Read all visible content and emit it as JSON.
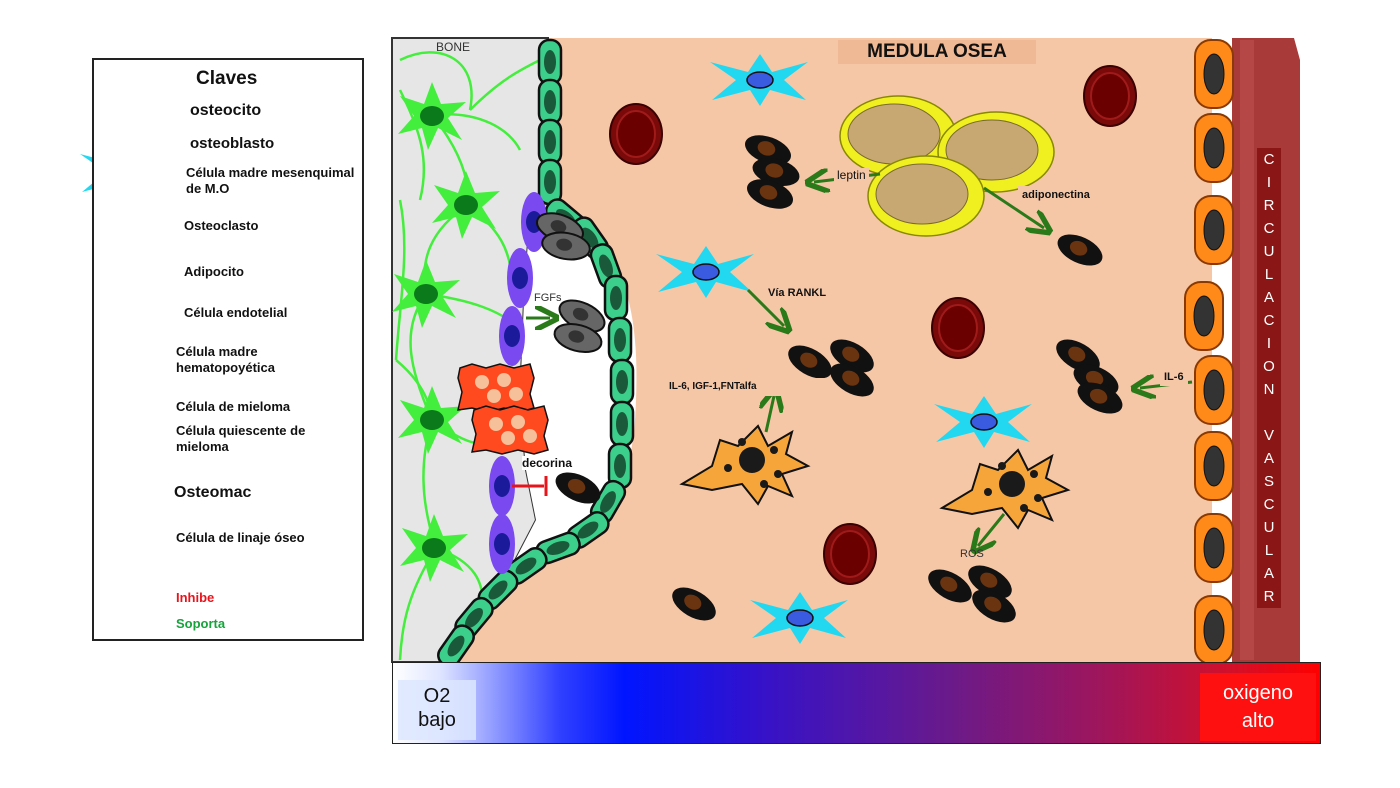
{
  "legend": {
    "title": "Claves",
    "items": [
      {
        "label": "osteocito",
        "icon": "osteocyte-icon"
      },
      {
        "label": "osteoblasto",
        "icon": "osteoblast-icon"
      },
      {
        "label": "Célula madre mesenquimal de M.O",
        "icon": "mesenchymal-stem-cell-icon"
      },
      {
        "label": "Osteoclasto",
        "icon": "osteoclast-icon"
      },
      {
        "label": "Adipocito",
        "icon": "adipocyte-icon"
      },
      {
        "label": "Célula endotelial",
        "icon": "endothelial-cell-icon"
      },
      {
        "label": "Célula madre hematopoyética",
        "icon": "hematopoietic-stem-cell-icon"
      },
      {
        "label": "Célula  de mieloma",
        "icon": "myeloma-cell-icon"
      },
      {
        "label": "Célula quiescente de mieloma",
        "icon": "quiescent-myeloma-cell-icon"
      },
      {
        "label": "Osteomac",
        "icon": "osteomac-icon"
      },
      {
        "label": "Célula  de linaje óseo",
        "icon": "bone-lineage-cell-icon"
      },
      {
        "label": "Inhibe",
        "icon": "inhibit-arrow-icon"
      },
      {
        "label": "Soporta",
        "icon": "support-arrow-icon"
      }
    ]
  },
  "diagram": {
    "bone_label": "BONE",
    "marrow_title": "MEDULA OSEA",
    "labels": {
      "leptin": "leptin",
      "adiponectina": "adiponectina",
      "fgfs": "FGFs",
      "via_rankl": "Vía RANKL",
      "il6_igf": "IL-6, IGF-1,FNTalfa",
      "decorina": "decorina",
      "il6": "IL-6",
      "ros": "ROS"
    },
    "circulacion_vascular": [
      "C",
      "I",
      "R",
      "C",
      "U",
      "L",
      "A",
      "C",
      "I",
      "O",
      "N",
      "",
      "V",
      "A",
      "S",
      "C",
      "U",
      "L",
      "A",
      "R"
    ],
    "oxygen_low": "O2 bajo",
    "oxygen_high": "oxigeno alto"
  },
  "colors": {
    "marrow": "#f6c7a6",
    "bone": "#e6e6e6",
    "osteocyte": "#44ee3c",
    "osteoblast": "#7a4af0",
    "msc": "#22d8f0",
    "osteoclast": "#ff4a20",
    "adipocyte": "#f0f020",
    "endothelial": "#ff8a1a",
    "hsc": "#7a0a0a",
    "myeloma": "#111111",
    "osteomac": "#f5a53a",
    "bone_lineage": "#3ccf8c",
    "inhibit": "#e8141c",
    "support": "#2a7a1a",
    "vessel": "#a83a3a"
  }
}
